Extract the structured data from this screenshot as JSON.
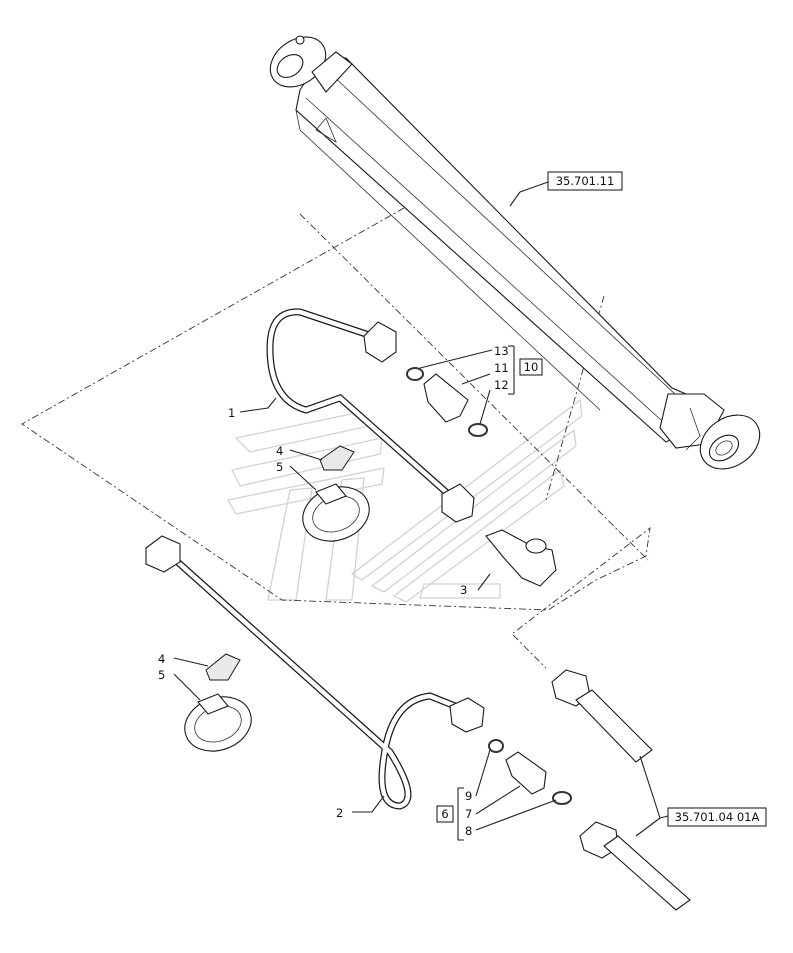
{
  "diagram": {
    "reference_boxes": {
      "top_ref": "35.701.11",
      "bottom_ref": "35.701.04 01A",
      "kit_10": "10",
      "kit_6": "6"
    },
    "callouts": {
      "c1": "1",
      "c2": "2",
      "c3": "3",
      "c4a": "4",
      "c5a": "5",
      "c4b": "4",
      "c5b": "5",
      "c13": "13",
      "c11": "11",
      "c12": "12",
      "c9": "9",
      "c7": "7",
      "c8": "8"
    }
  }
}
